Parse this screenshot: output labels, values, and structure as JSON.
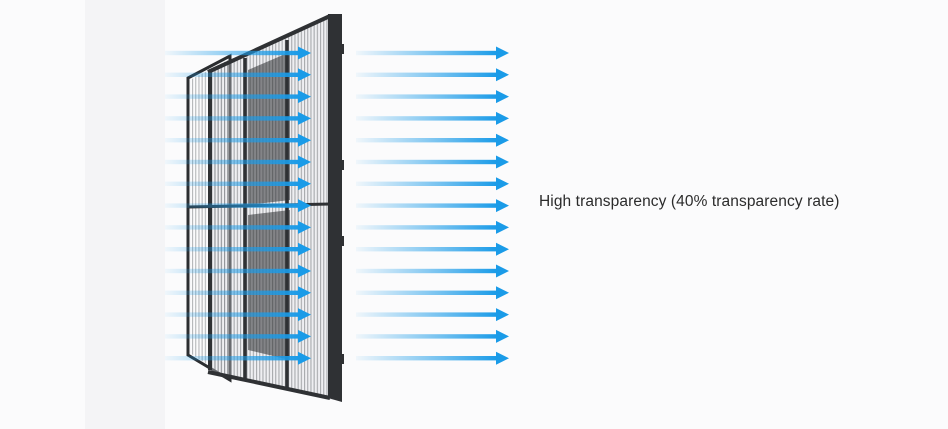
{
  "caption": {
    "text": "High transparency (40% transparency rate)"
  },
  "illustration": {
    "subject": "transparent LED display panel",
    "arrow_color": "#1a9be8",
    "frame_color": "#2f3134",
    "arrow_rows": 15
  }
}
